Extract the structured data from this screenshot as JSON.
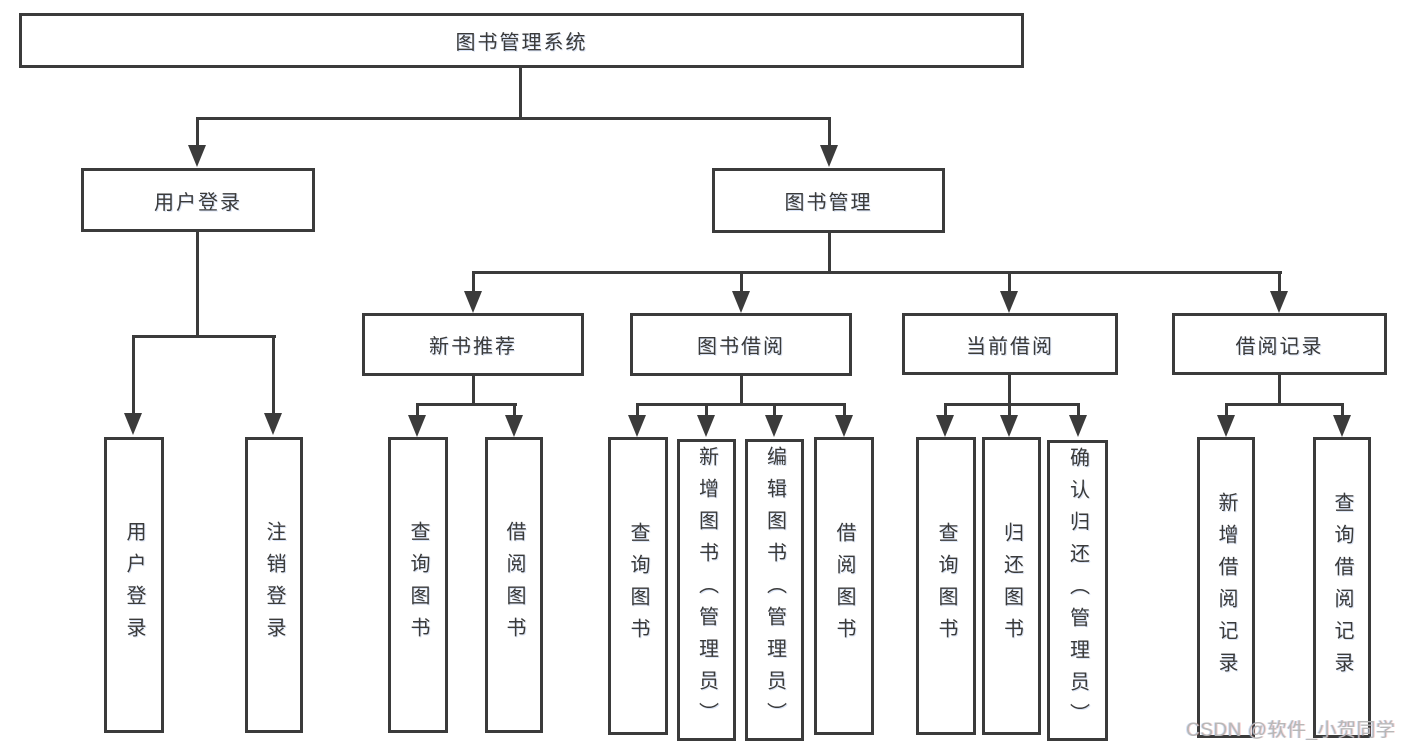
{
  "diagram": {
    "title_node": "图书管理系统",
    "root": {
      "label": "图书管理系统"
    },
    "branches": [
      {
        "label": "用户登录",
        "children": [
          {
            "label": "用户登录"
          },
          {
            "label": "注销登录"
          }
        ]
      },
      {
        "label": "图书管理",
        "children": [
          {
            "label": "新书推荐",
            "children": [
              {
                "label": "查询图书"
              },
              {
                "label": "借阅图书"
              }
            ]
          },
          {
            "label": "图书借阅",
            "children": [
              {
                "label": "查询图书"
              },
              {
                "label": "新增图书（管理员）"
              },
              {
                "label": "编辑图书（管理员）"
              },
              {
                "label": "借阅图书"
              }
            ]
          },
          {
            "label": "当前借阅",
            "children": [
              {
                "label": "查询图书"
              },
              {
                "label": "归还图书"
              },
              {
                "label": "确认归还（管理员）"
              }
            ]
          },
          {
            "label": "借阅记录",
            "children": [
              {
                "label": "新增借阅记录"
              },
              {
                "label": "查询借阅记录"
              }
            ]
          }
        ]
      }
    ],
    "watermark": {
      "text": "CSDN @软件_小贺同学"
    },
    "colors": {
      "line": "#3b3b3b",
      "text": "#3a3a3a",
      "background": "#ffffff",
      "watermark": "#b7b7b7"
    }
  }
}
